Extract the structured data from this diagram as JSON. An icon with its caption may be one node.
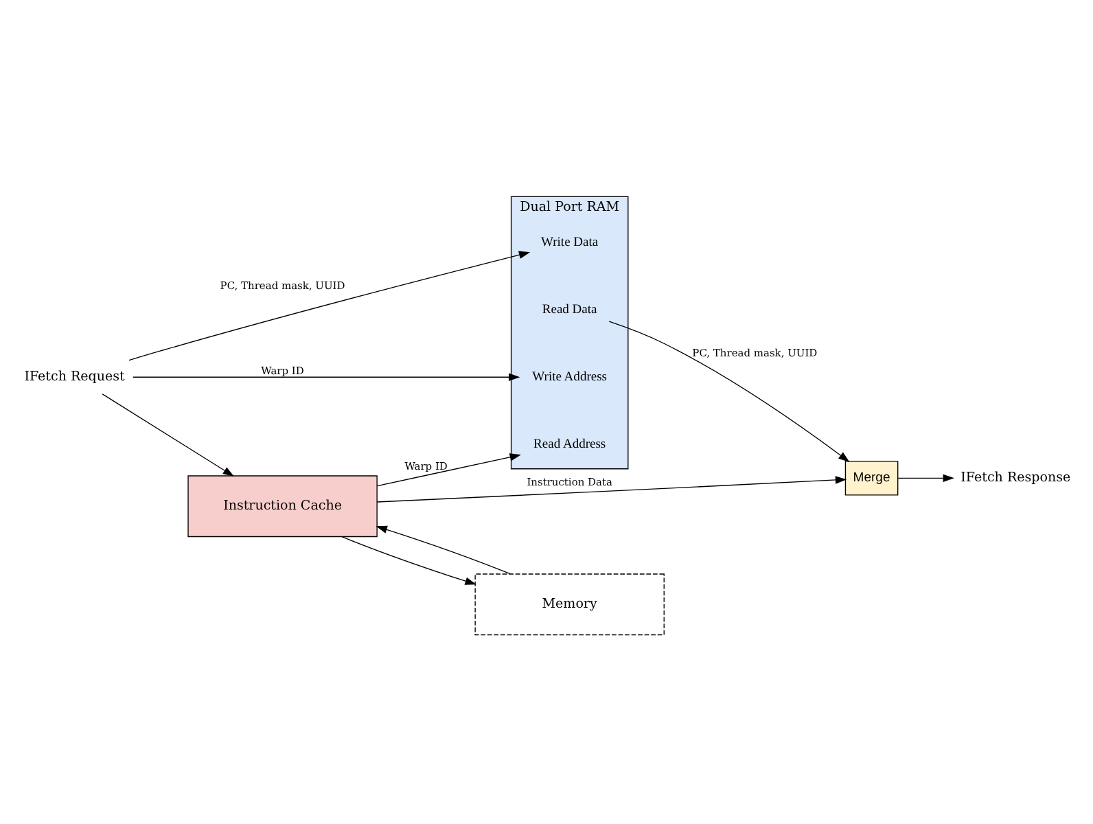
{
  "diagram": {
    "nodes": [
      {
        "text": [
          "Dual Port RAM"
        ]
      },
      {
        "text": [
          "Write Data"
        ],
        "in": 0
      },
      {
        "text": [
          "Read Data"
        ],
        "in": 0
      },
      {
        "text": [
          "Write Address"
        ],
        "in": 0
      },
      {
        "text": [
          "Read Address"
        ],
        "in": 0
      },
      {
        "text": [
          "Merge"
        ]
      },
      {
        "text": [
          "Instruction Cache"
        ]
      },
      {
        "text": [
          "Memory"
        ]
      },
      {
        "text": [
          "IFetch Request"
        ]
      },
      {
        "text": [
          "IFetch Response"
        ]
      }
    ],
    "edges": [
      {
        "from": 8,
        "to": 1,
        "arrow": "to",
        "label": "PC, Thread mask, UUID"
      },
      {
        "from": 8,
        "to": 3,
        "arrow": "to",
        "label": "Warp ID"
      },
      {
        "from": 8,
        "to": 6,
        "arrow": "to"
      },
      {
        "from": 2,
        "to": 5,
        "arrow": "to",
        "label": "PC, Thread mask, UUID"
      },
      {
        "from": 6,
        "to": 4,
        "arrow": "to",
        "label": "Warp ID"
      },
      {
        "from": 6,
        "to": 5,
        "arrow": "to",
        "label": "Instruction Data"
      },
      {
        "from": 7,
        "to": 6,
        "arrow": "to"
      },
      {
        "from": 6,
        "to": 7,
        "arrow": "to"
      },
      {
        "from": 5,
        "to": 9,
        "arrow": "to"
      }
    ]
  }
}
